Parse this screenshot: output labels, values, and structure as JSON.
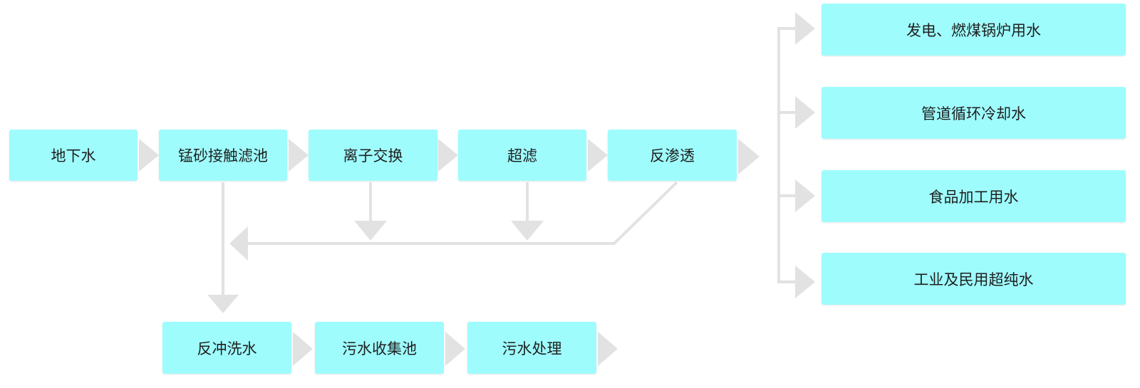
{
  "colors": {
    "node_fill": "#9ffcfd",
    "connector": "#e2e2e2",
    "text": "#1f1f1f"
  },
  "nodes": {
    "groundwater": "地下水",
    "manganese_filter": "锰砂接触滤池",
    "ion_exchange": "离子交换",
    "ultrafiltration": "超滤",
    "reverse_osmosis": "反渗透",
    "backwash": "反冲洗水",
    "sewage_pool": "污水收集池",
    "sewage_treatment": "污水处理"
  },
  "outputs": [
    "发电、燃煤锅炉用水",
    "管道循环冷却水",
    "食品加工用水",
    "工业及民用超纯水"
  ]
}
